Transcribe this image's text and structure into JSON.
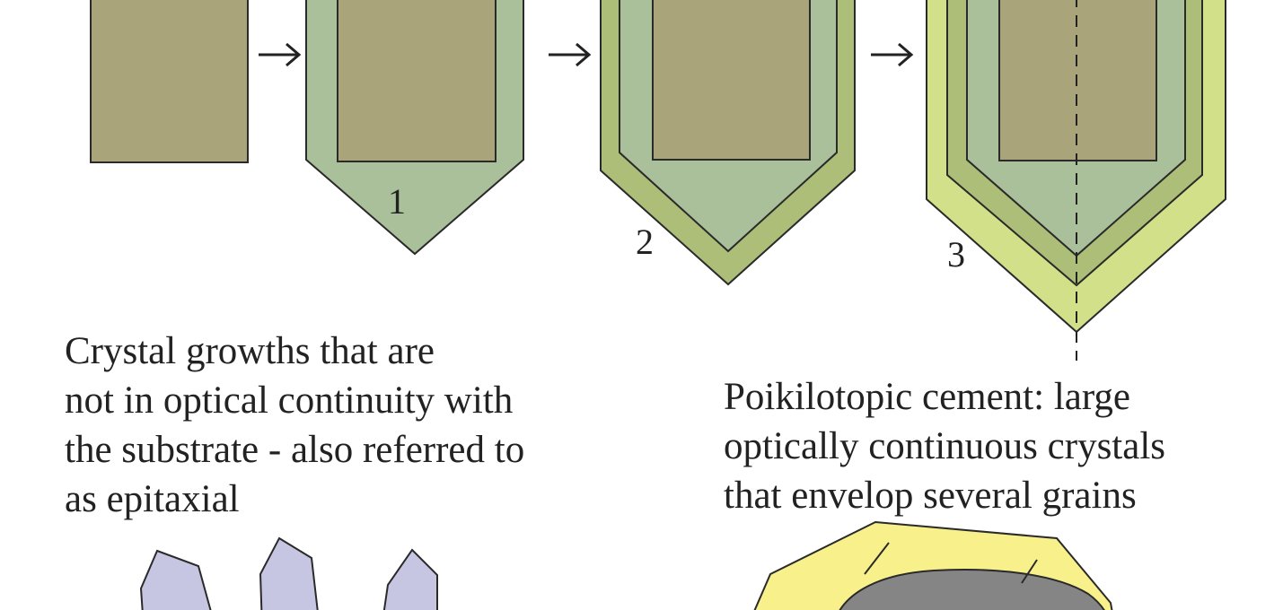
{
  "stage_labels": [
    "1",
    "2",
    "3"
  ],
  "captions": {
    "left": [
      "Crystal growths that are",
      "not in optical continuity with",
      "the substrate - also referred to",
      "as epitaxial"
    ],
    "right": [
      "Poikilotopic cement: large",
      "optically continuous crystals",
      "that envelop several grains"
    ]
  },
  "colors": {
    "grain": "#aaa47a",
    "overgrowth_1": "#aac09a",
    "overgrowth_2": "#acbe78",
    "overgrowth_3": "#d2e08a",
    "epitaxial_crystal": "#c6c6e2",
    "poikilotopic_cement": "#f8f08a",
    "enveloped_grain": "#858585"
  }
}
